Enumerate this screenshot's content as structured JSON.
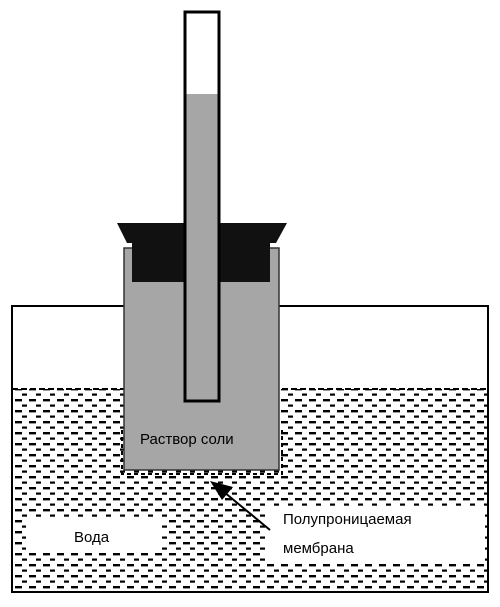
{
  "diagram": {
    "solution_label": "Раствор соли",
    "water_label": "Вода",
    "membrane_label_line1": "Полупроницаемая",
    "membrane_label_line2": "мембрана"
  },
  "colors": {
    "line": "#000000",
    "solution_gray": "#a6a6a6",
    "cork": "#111111",
    "background": "#ffffff"
  }
}
